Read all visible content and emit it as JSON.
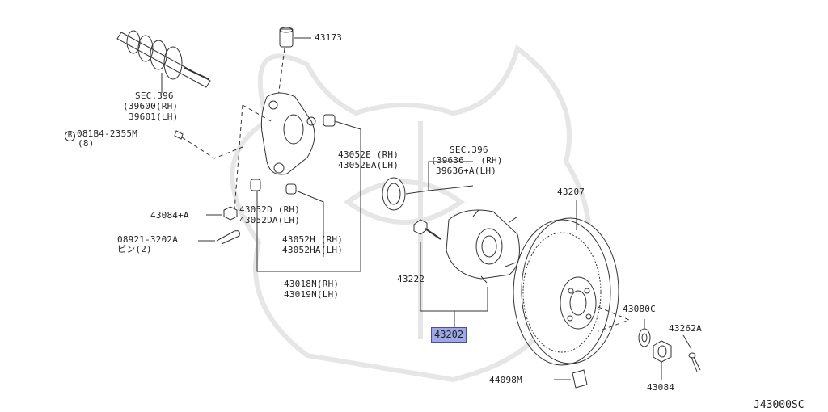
{
  "diagram": {
    "highlight_color": "#9fa8e6",
    "reference": "J43000SC",
    "labels": {
      "p43173": "43173",
      "sec396_a": "SEC.396",
      "sec396_a_rh": "(39600(RH)",
      "sec396_a_lh": "39601(LH)",
      "bolt_circle": "B",
      "bolt_code": "081B4-2355M",
      "bolt_qty": "(8)",
      "p43052e": "43052E (RH)",
      "p43052ea": "43052EA(LH)",
      "sec396_b": "SEC.396",
      "sec396_b_rh": "(39636   (RH)",
      "sec396_b_lh": "39636+A(LH)",
      "p43207": "43207",
      "p43084a": "43084+A",
      "p43052d": "43052D (RH)",
      "p43052da": "43052DA(LH)",
      "pin_code": "08921-3202A",
      "pin_qty": "ピン(2)",
      "p43052h": "43052H (RH)",
      "p43052ha": "43052HA(LH)",
      "p43222": "43222",
      "p43018n": "43018N(RH)",
      "p43019n": "43019N(LH)",
      "p43080c": "43080C",
      "p43262a": "43262A",
      "p43202": "43202",
      "p44098m": "44098M",
      "p43084": "43084"
    }
  }
}
